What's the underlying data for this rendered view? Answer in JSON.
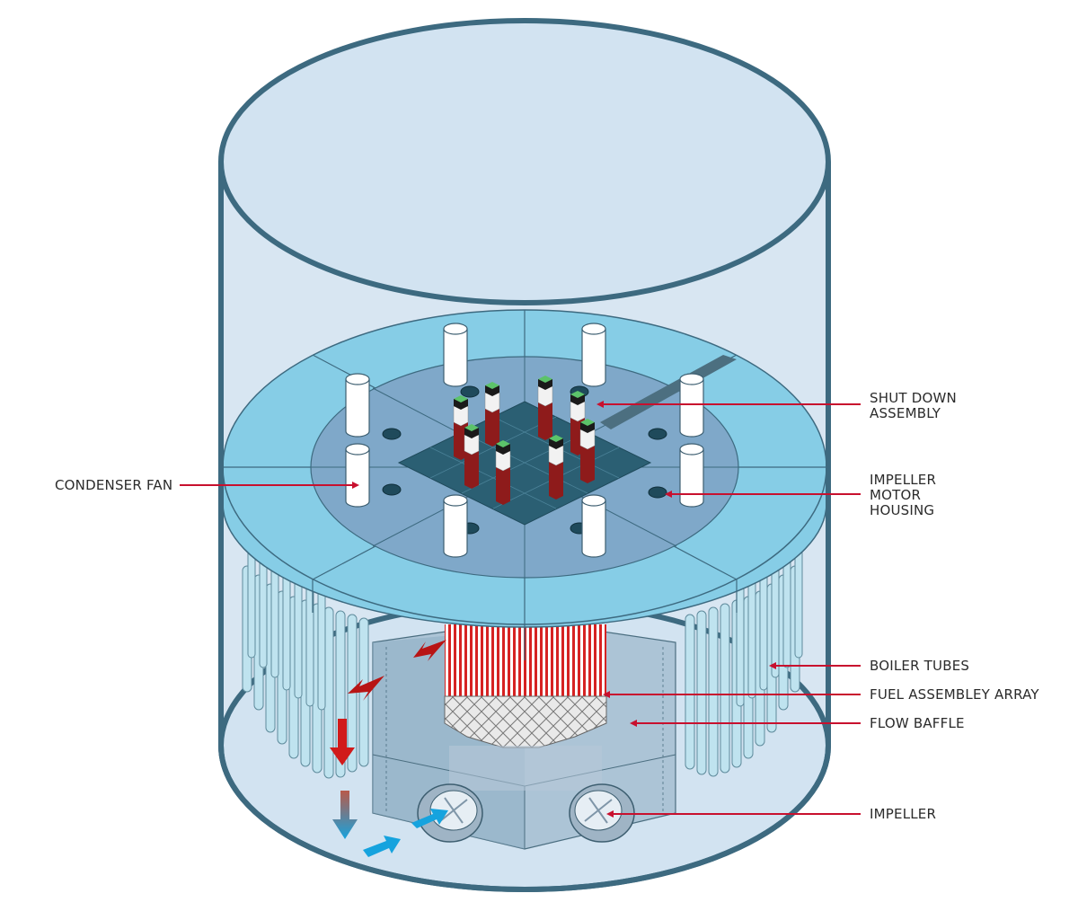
{
  "labels": {
    "shut_down_assembly": [
      "SHUT DOWN",
      "ASSEMBLY"
    ],
    "impeller_motor_housing": [
      "IMPELLER",
      "MOTOR",
      "HOUSING"
    ],
    "condenser_fan": [
      "CONDENSER FAN"
    ],
    "boiler_tubes": [
      "BOILER TUBES"
    ],
    "fuel_assembly_array": [
      "FUEL ASSEMBLEY ARRAY"
    ],
    "flow_baffle": [
      "FLOW BAFFLE"
    ],
    "impeller": [
      "IMPELLER"
    ]
  },
  "colors": {
    "vessel_outline": "#3d6a80",
    "vessel_fill": "#d2e3f1",
    "platform_top": "#86cde6",
    "inner_disc": "#7fa8c9",
    "grid": "#2b5f73",
    "fuel_red": "#8e1b1b",
    "cap_green": "#5cc36a",
    "leader_red": "#c8102e",
    "flow_red": "#b81414",
    "flow_blue": "#16a3de",
    "tube_fill": "#bfe3ef"
  }
}
